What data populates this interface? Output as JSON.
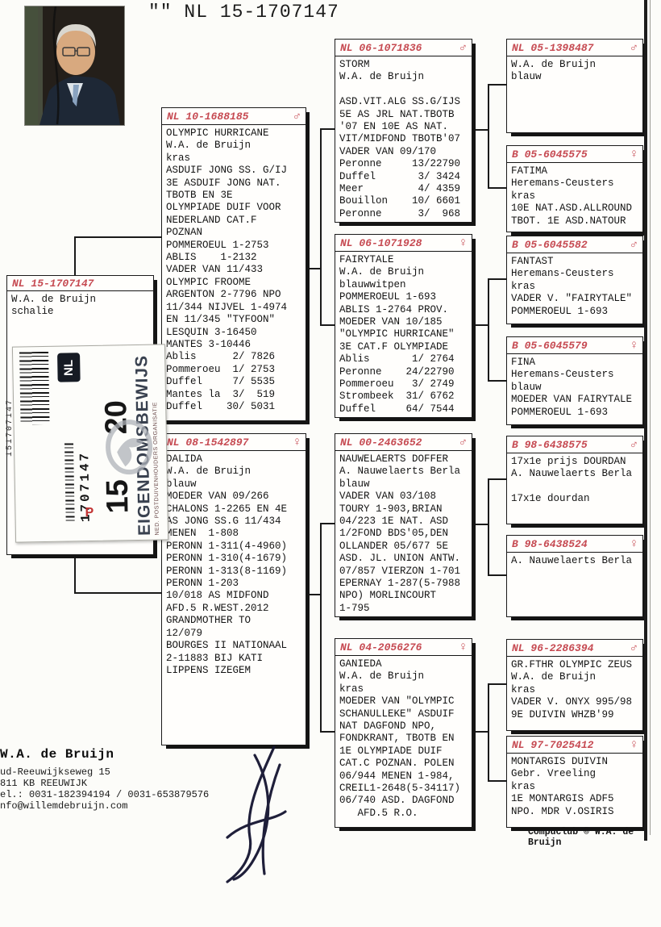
{
  "page": {
    "title": "\"\"  NL 15-1707147",
    "credit": "Compuclub © W.A. de Bruijn"
  },
  "owner": {
    "name": "W.A. de Bruijn",
    "address1": "ud-Reeuwijkseweg 15",
    "address2": "811 KB  REEUWIJK",
    "phone": "el.: 0031-182394194 / 0031-653879576",
    "email": "nfo@willemdebruijn.com"
  },
  "ownership_card": {
    "org": "NED. POSTDUIVENHOUDERS ORGANISATIE",
    "title": "EIGENDOMSBEWIJS",
    "year_top": "20",
    "year_bottom": "15",
    "country": "NL",
    "ring_number": "1707147",
    "edge_number": "151707147",
    "logo_letter": "P"
  },
  "boxes": [
    {
      "ring": "NL  15-1707147",
      "sex": "",
      "body": "W.A. de Bruijn\nschalie"
    },
    {
      "ring": "NL  10-1688185",
      "sex": "♂",
      "body": "OLYMPIC HURRICANE\nW.A. de Bruijn\nkras\nASDUIF JONG SS. G/IJ\n3E ASDUIF JONG NAT.\nTBOTB EN 3E\nOLYMPIADE DUIF VOOR\nNEDERLAND CAT.F\nPOZNAN\nPOMMEROEUL 1-2753\nABLIS    1-2132\nVADER VAN 11/433\nOLYMPIC FROOME\nARGENTON 2-7796 NPO\n11/344 NIJVEL 1-4974\nEN 11/345 \"TYFOON\"\nLESQUIN 3-16450\nMANTES 3-10446\nAblis      2/ 7826\nPommeroeu  1/ 2753\nDuffel     7/ 5535\nMantes la  3/  519\nDuffel    30/ 5031"
    },
    {
      "ring": "NL  08-1542897",
      "sex": "♀",
      "body": "DALIDA\nW.A. de Bruijn\nblauw\nMOEDER VAN 09/266\nCHALONS 1-2265 EN 4E\nAS JONG SS.G 11/434\nMENEN  1-808\nPERONN 1-311(4-4960)\nPERONN 1-310(4-1679)\nPERONN 1-313(8-1169)\nPERONN 1-203\n10/018 AS MIDFOND\nAFD.5 R.WEST.2012\nGRANDMOTHER TO\n12/079\nBOURGES II NATIONAAL\n2-11883 BIJ KATI\nLIPPENS IZEGEM"
    },
    {
      "ring": "NL  06-1071836",
      "sex": "♂",
      "body": "STORM\nW.A. de Bruijn\n\nASD.VIT.ALG SS.G/IJS\n5E AS JRL NAT.TBOTB\n'07 EN 10E AS NAT.\nVIT/MIDFOND TBOTB'07\nVADER VAN 09/170\nPeronne     13/22790\nDuffel       3/ 3424\nMeer         4/ 4359\nBouillon    10/ 6601\nPeronne      3/  968"
    },
    {
      "ring": "NL  06-1071928",
      "sex": "♀",
      "body": "FAIRYTALE\nW.A. de Bruijn\nblauwwitpen\nPOMMEROEUL 1-693\nABLIS 1-2764 PROV.\nMOEDER VAN 10/185\n\"OLYMPIC HURRICANE\"\n3E CAT.F OLYMPIADE\nAblis       1/ 2764\nPeronne    24/22790\nPommeroeu   3/ 2749\nStrombeek  31/ 6762\nDuffel     64/ 7544"
    },
    {
      "ring": "NL  00-2463652",
      "sex": "♂",
      "body": "NAUWELAERTS DOFFER\nA. Nauwelaerts Berla\nblauw\nVADER VAN 03/108\nTOURY 1-903,BRIAN\n04/223 1E NAT. ASD\n1/2FOND BDS'05,DEN\nOLLANDER 05/677 5E\nASD. JL. UNION ANTW.\n07/857 VIERZON 1-701\nEPERNAY 1-287(5-7988\nNPO) MORLINCOURT\n1-795"
    },
    {
      "ring": "NL  04-2056276",
      "sex": "♀",
      "body": "GANIEDA\nW.A. de Bruijn\nkras\nMOEDER VAN \"OLYMPIC\nSCHANULLEKE\" ASDUIF\nNAT DAGFOND NPO,\nFONDKRANT, TBOTB EN\n1E OLYMPIADE DUIF\nCAT.C POZNAN. POLEN\n06/944 MENEN 1-984,\nCREIL1-2648(5-34117)\n06/740 ASD. DAGFOND\n   AFD.5 R.O."
    },
    {
      "ring": "NL  05-1398487",
      "sex": "♂",
      "body": "W.A. de Bruijn\nblauw"
    },
    {
      "ring": "B   05-6045575",
      "sex": "♀",
      "body": "FATIMA\nHeremans-Ceusters\nkras\n10E NAT.ASD.ALLROUND\nTBOT. 1E ASD.NATOUR"
    },
    {
      "ring": "B   05-6045582",
      "sex": "♂",
      "body": "FANTAST\nHeremans-Ceusters\nkras\nVADER V. \"FAIRYTALE\"\nPOMMEROEUL 1-693"
    },
    {
      "ring": "B   05-6045579",
      "sex": "♀",
      "body": "FINA\nHeremans-Ceusters\nblauw\nMOEDER VAN FAIRYTALE\nPOMMEROEUL 1-693"
    },
    {
      "ring": "B   98-6438575",
      "sex": "♂",
      "body": "17x1e prijs DOURDAN\nA. Nauwelaerts Berla\n\n17x1e dourdan"
    },
    {
      "ring": "B   98-6438524",
      "sex": "♀",
      "body": "A. Nauwelaerts Berla"
    },
    {
      "ring": "NL  96-2286394",
      "sex": "♂",
      "body": "GR.FTHR OLYMPIC ZEUS\nW.A. de Bruijn\nkras\nVADER V. ONYX 995/98\n9E DUIVIN WHZB'99"
    },
    {
      "ring": "NL  97-7025412",
      "sex": "♀",
      "body": "MONTARGIS DUIVIN\nGebr. Vreeling\nkras\n1E MONTARGIS ADF5\nNPO. MDR V.OSIRIS"
    }
  ]
}
